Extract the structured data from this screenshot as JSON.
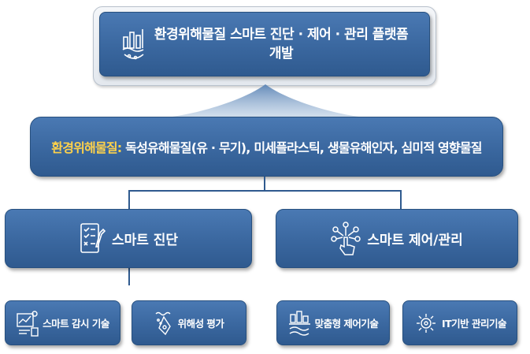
{
  "top": {
    "title_line1": "환경위해물질 스마트 진단 · 제어 · 관리 플랫폼",
    "title_line2": "개발",
    "icon": "factory-pollution-icon"
  },
  "middle": {
    "key": "환경위해물질:",
    "text": " 독성유해물질(유 · 무기), 미세플라스틱, 생물유해인자, 심미적 영향물질"
  },
  "level2": [
    {
      "label": "스마트 진단",
      "icon": "checklist-icon"
    },
    {
      "label": "스마트 제어/관리",
      "icon": "touch-network-icon"
    }
  ],
  "level3": [
    {
      "label": "스마트 감시 기술",
      "icon": "monitoring-chart-icon"
    },
    {
      "label": "위해성 평가",
      "icon": "water-sample-icon"
    },
    {
      "label": "맞춤형 제어기술",
      "icon": "industrial-control-icon"
    },
    {
      "label": "IT기반 관리기술",
      "icon": "gear-network-icon"
    }
  ],
  "colors": {
    "box": "#3a679f",
    "key_text": "#ffd24a",
    "text": "#ffffff"
  }
}
